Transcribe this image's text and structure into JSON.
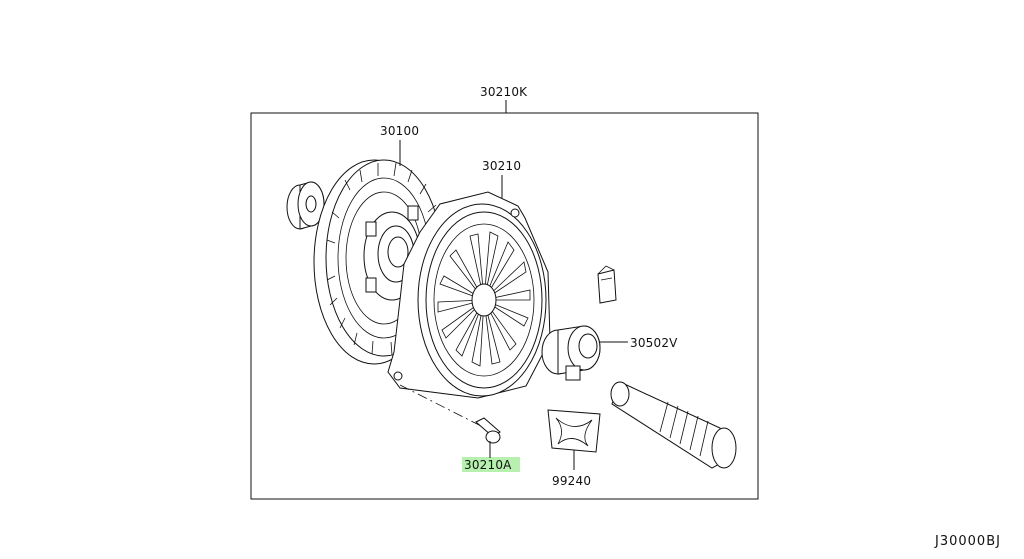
{
  "diagram": {
    "kit_label": "30210K",
    "drawing_code": "J30000BJ",
    "callouts": {
      "clutch_disc": "30100",
      "clutch_cover": "30210",
      "release_bearing": "30502V",
      "bolt": "30210A",
      "grease": "99240"
    },
    "highlight_color": "#b8f0b0"
  }
}
